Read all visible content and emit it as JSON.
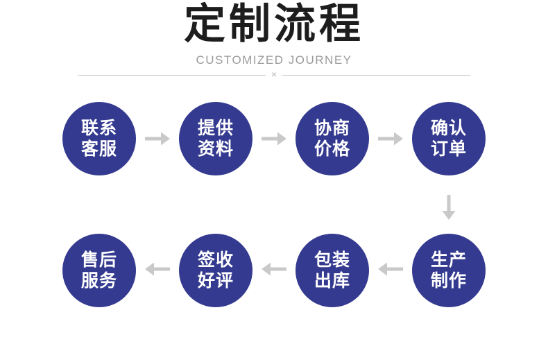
{
  "header": {
    "title": "定制流程",
    "subtitle": "CUSTOMIZED JOURNEY",
    "divider_mark": "×"
  },
  "flow": {
    "steps": [
      {
        "line1": "联系",
        "line2": "客服"
      },
      {
        "line1": "提供",
        "line2": "资料"
      },
      {
        "line1": "协商",
        "line2": "价格"
      },
      {
        "line1": "确认",
        "line2": "订单"
      },
      {
        "line1": "生产",
        "line2": "制作"
      },
      {
        "line1": "包装",
        "line2": "出库"
      },
      {
        "line1": "签收",
        "line2": "好评"
      },
      {
        "line1": "售后",
        "line2": "服务"
      }
    ]
  },
  "icons": {
    "between_row1_steps": "arrow-right",
    "row_connector": "arrow-down",
    "between_row2_steps": "arrow-left"
  },
  "colors": {
    "circle": "#343a8f",
    "circle_text": "#ffffff",
    "arrow": "#c9c9c9",
    "title": "#1d1d1d",
    "subtitle": "#9b9b9b",
    "divider": "#c6c6c6"
  }
}
